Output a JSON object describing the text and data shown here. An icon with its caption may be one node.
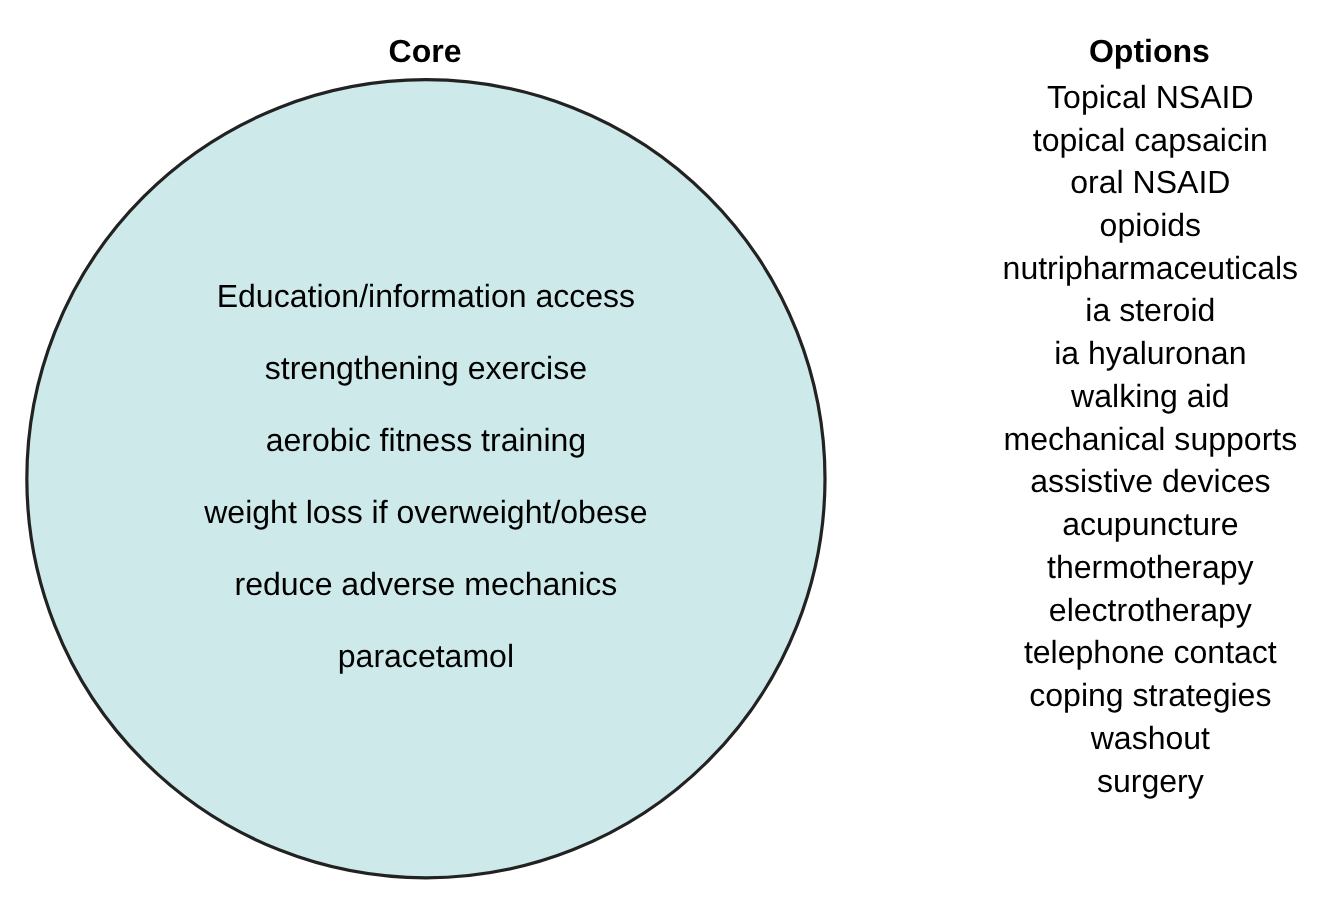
{
  "diagram": {
    "nodes": [
      {
        "text": [
          "Education/information access",
          "strengthening exercise",
          "aerobic fitness training",
          "weight loss if overweight/obese",
          "reduce adverse mechanics",
          "paracetamol"
        ]
      }
    ],
    "edges": [],
    "labels": [
      "Core",
      "Options",
      "Topical NSAID",
      "topical capsaicin",
      "oral NSAID",
      "opioids",
      "nutripharmaceuticals",
      "ia steroid",
      "ia hyaluronan",
      "walking aid",
      "mechanical supports",
      "assistive devices",
      "acupuncture",
      "thermotherapy",
      "electrotherapy",
      "telephone contact",
      "coping strategies",
      "washout",
      "surgery"
    ]
  }
}
